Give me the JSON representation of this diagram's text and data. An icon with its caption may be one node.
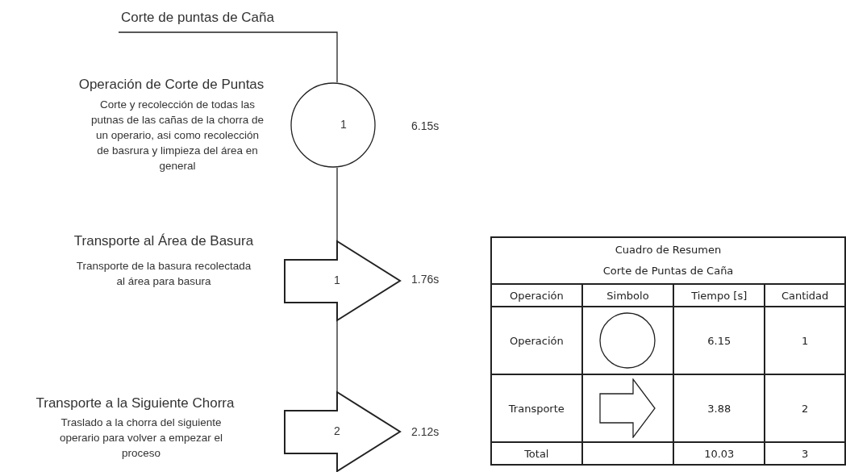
{
  "diagram": {
    "nodes": [
      {
        "text": [
          "Corte de puntas de Caña"
        ]
      },
      {
        "text": [
          "1"
        ],
        "beside": [
          "Operación de Corte de Puntas",
          "Corte y recolección de todas las putnas de las cañas de la chorra de un operario, asi como recolección de basrura y limpieza del área en general",
          "6.15s"
        ]
      },
      {
        "text": [
          "1"
        ],
        "beside": [
          "Transporte al Área de Basura",
          "Transporte de la basura recolectada al área para basura",
          "1.76s"
        ]
      },
      {
        "text": [
          "2"
        ],
        "beside": [
          "Transporte a la Siguiente Chorra",
          "Traslado a la chorra del siguiente operario para volver a empezar el proceso",
          "2.12s"
        ]
      }
    ],
    "edges": [
      {
        "from": 0,
        "to": 1,
        "arrow": "none"
      },
      {
        "from": 1,
        "to": 2,
        "arrow": "none"
      },
      {
        "from": 2,
        "to": 3,
        "arrow": "none"
      }
    ],
    "labels": [
      "Cuadro de Resumen",
      "Corte de Puntas de Caña",
      "Operación",
      "Simbolo",
      "Tiempo [s]",
      "Cantidad",
      "Operación",
      "6.15",
      "1",
      "Transporte",
      "3.88",
      "2",
      "Total",
      "10.03",
      "3"
    ]
  }
}
